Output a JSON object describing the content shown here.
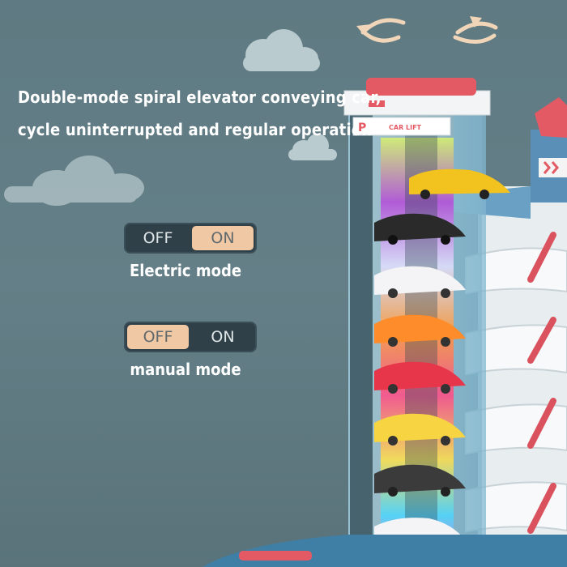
{
  "headline": {
    "line1": "Double-mode spiral elevator conveying car,",
    "line2": "cycle uninterrupted and regular operation"
  },
  "electric_switch": {
    "off_label": "OFF",
    "on_label": "ON",
    "active": "on",
    "caption": "Electric mode"
  },
  "manual_switch": {
    "off_label": "OFF",
    "on_label": "ON",
    "active": "off",
    "caption": "manual mode"
  },
  "toy": {
    "sign_text": "CAR LIFT",
    "sign_letter": "P"
  },
  "colors": {
    "background": "#627d85",
    "switch_track": "#2f4048",
    "switch_active": "#f1c8a4",
    "tower_red": "#e45a64"
  },
  "icons": [
    "rotate-left-arrow-icon",
    "rotate-right-arrow-icon",
    "cloud-icon"
  ]
}
